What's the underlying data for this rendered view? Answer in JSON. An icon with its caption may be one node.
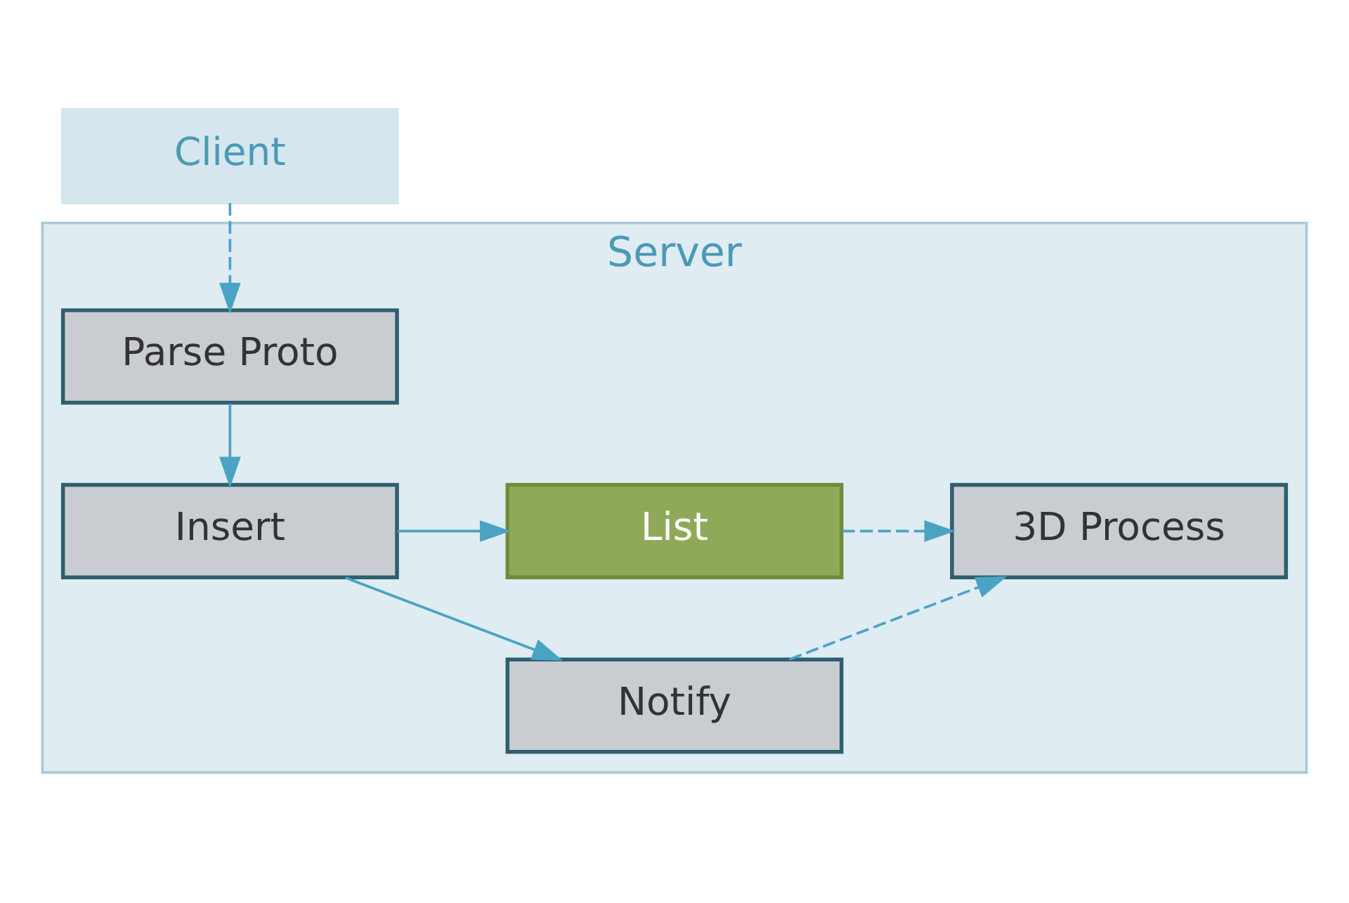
{
  "diagram": {
    "nodes": [
      {
        "text": [
          "Client"
        ]
      },
      {
        "text": [
          "Server"
        ]
      },
      {
        "text": [
          "Parse Proto"
        ],
        "in": 1
      },
      {
        "text": [
          "Insert"
        ],
        "in": 1
      },
      {
        "text": [
          "List"
        ],
        "in": 1
      },
      {
        "text": [
          "3D Process"
        ],
        "in": 1
      },
      {
        "text": [
          "Notify"
        ],
        "in": 1
      }
    ],
    "edges": [
      {
        "from": 0,
        "to": 2,
        "arrow": "to",
        "style": "dashed"
      },
      {
        "from": 2,
        "to": 3,
        "arrow": "to"
      },
      {
        "from": 3,
        "to": 4,
        "arrow": "to"
      },
      {
        "from": 4,
        "to": 5,
        "arrow": "to",
        "style": "dashed"
      },
      {
        "from": 3,
        "to": 6,
        "arrow": "to"
      },
      {
        "from": 6,
        "to": 5,
        "arrow": "to",
        "style": "dashed"
      }
    ]
  }
}
